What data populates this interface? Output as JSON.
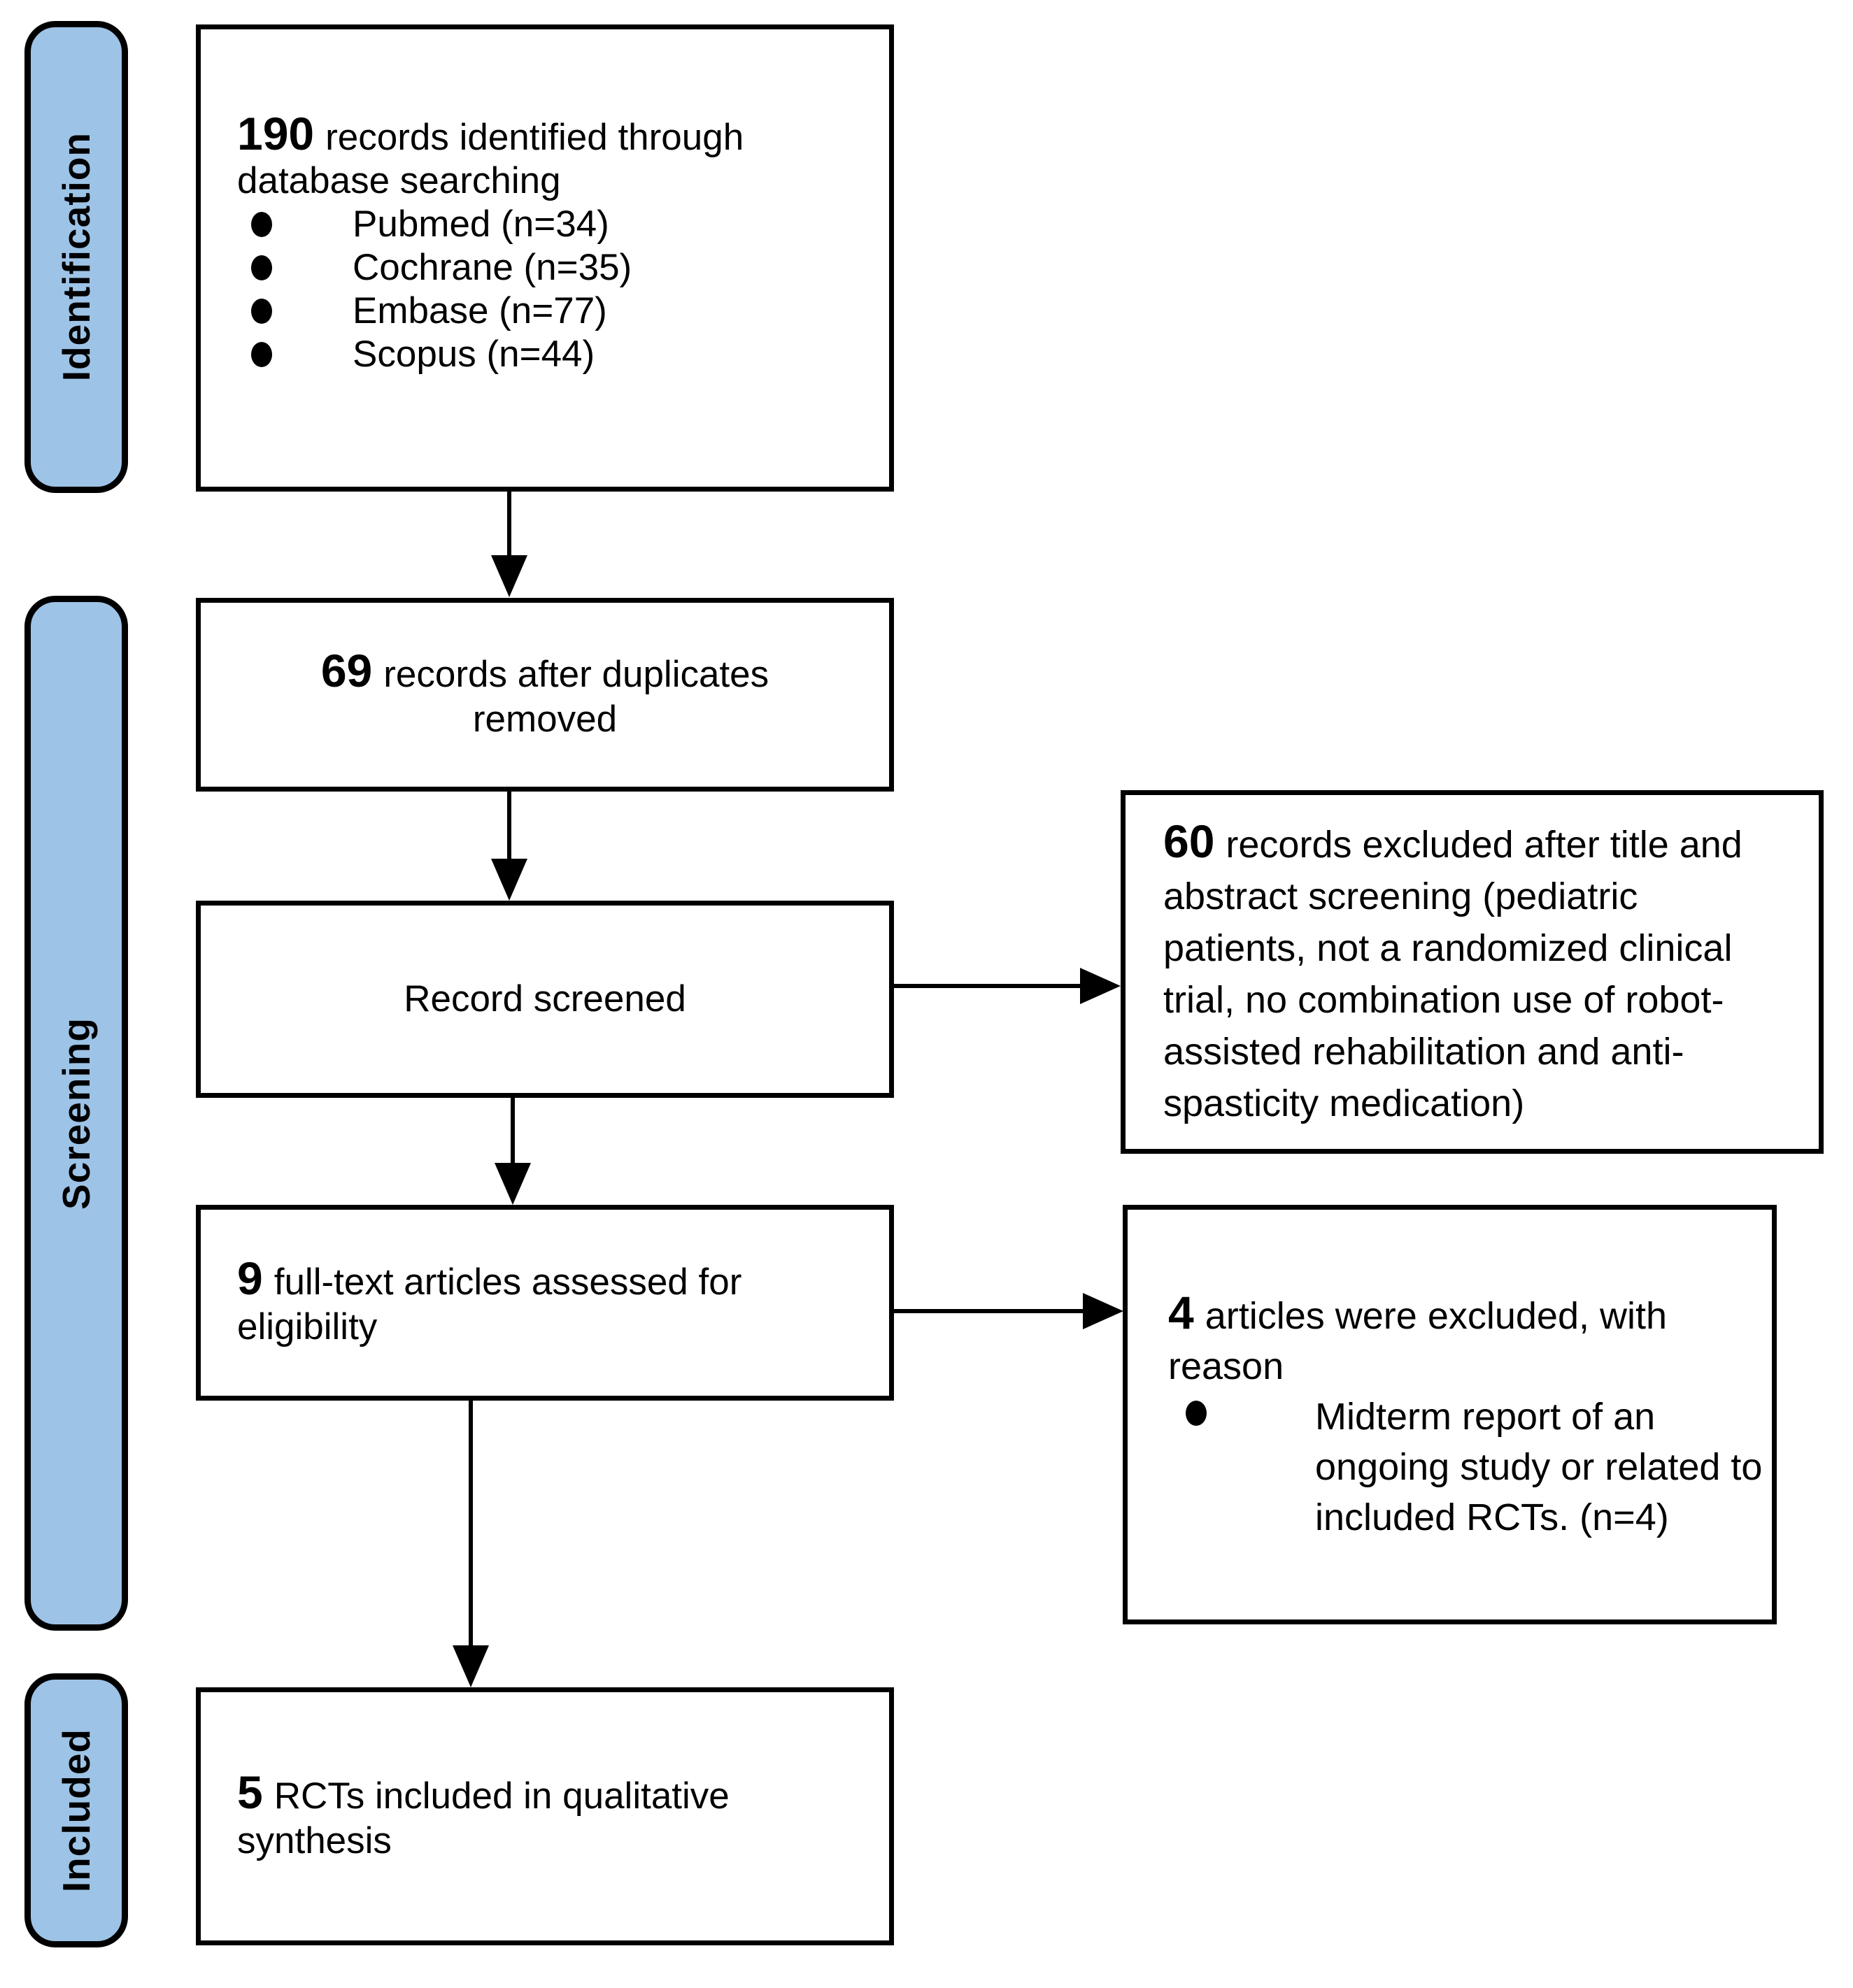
{
  "flowchart": {
    "stage_labels": [
      {
        "label": "Identification"
      },
      {
        "label": "Screening"
      },
      {
        "label": "Included"
      }
    ],
    "colors": {
      "stage_fill": "#9DC3E6",
      "border": "#000000",
      "box_background": "#FFFFFF",
      "text": "#000000"
    },
    "boxes": {
      "identified": {
        "count": "190",
        "text": "records identified through database searching",
        "bullets": [
          "Pubmed (n=34)",
          "Cochrane (n=35)",
          "Embase (n=77)",
          "Scopus (n=44)"
        ]
      },
      "deduplicated": {
        "count": "69",
        "text": "records after duplicates removed"
      },
      "screened": {
        "text": "Record screened"
      },
      "excluded_screening": {
        "count": "60",
        "text": "records excluded after title and abstract screening (pediatric patients, not a randomized clinical trial, no combination use of robot-assisted rehabilitation and anti-spasticity medication)"
      },
      "fulltext": {
        "count": "9",
        "text": "full-text articles assessed for eligibility"
      },
      "excluded_fulltext": {
        "count": "4",
        "text": "articles were excluded, with reason",
        "bullets": [
          "Midterm report of an ongoing study or related to included RCTs. (n=4)"
        ]
      },
      "included": {
        "count": "5",
        "text": "RCTs included in qualitative synthesis"
      }
    }
  }
}
